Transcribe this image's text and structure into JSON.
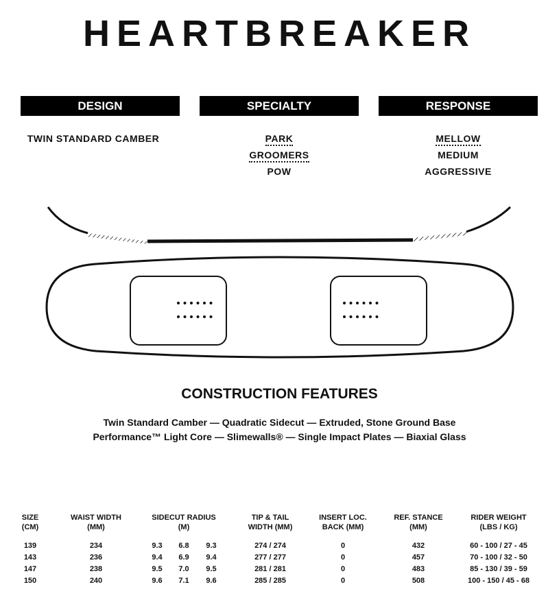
{
  "title": "HEARTBREAKER",
  "sections": [
    {
      "header": "DESIGN",
      "values": [
        {
          "text": "TWIN STANDARD CAMBER",
          "selected": false
        }
      ]
    },
    {
      "header": "SPECIALTY",
      "values": [
        {
          "text": "PARK",
          "selected": true
        },
        {
          "text": "GROOMERS",
          "selected": true
        },
        {
          "text": "POW",
          "selected": false
        }
      ]
    },
    {
      "header": "RESPONSE",
      "values": [
        {
          "text": "MELLOW",
          "selected": true
        },
        {
          "text": "MEDIUM",
          "selected": false
        },
        {
          "text": "AGGRESSIVE",
          "selected": false
        }
      ]
    }
  ],
  "construction": {
    "title": "CONSTRUCTION FEATURES",
    "line1": "Twin Standard Camber — Quadratic Sidecut — Extruded, Stone Ground Base",
    "line2": "Performance™ Light Core — Slimewalls® — Single Impact Plates — Biaxial Glass"
  },
  "table": {
    "headers": [
      "SIZE\n(CM)",
      "WAIST WIDTH\n(MM)",
      "SIDECUT RADIUS\n(M)",
      "TIP & TAIL\nWIDTH (MM)",
      "INSERT LOC.\nBACK (MM)",
      "REF. STANCE\n(MM)",
      "RIDER WEIGHT\n(LBS / KG)"
    ],
    "rows": [
      [
        "139",
        "234",
        "9.3",
        "6.8",
        "9.3",
        "274 / 274",
        "0",
        "432",
        "60 - 100 / 27 - 45"
      ],
      [
        "143",
        "236",
        "9.4",
        "6.9",
        "9.4",
        "277 / 277",
        "0",
        "457",
        "70 - 100 / 32 - 50"
      ],
      [
        "147",
        "238",
        "9.5",
        "7.0",
        "9.5",
        "281 / 281",
        "0",
        "483",
        "85 - 130 / 39 - 59"
      ],
      [
        "150",
        "240",
        "9.6",
        "7.1",
        "9.6",
        "285 / 285",
        "0",
        "508",
        "100 - 150 / 45 - 68"
      ]
    ]
  }
}
